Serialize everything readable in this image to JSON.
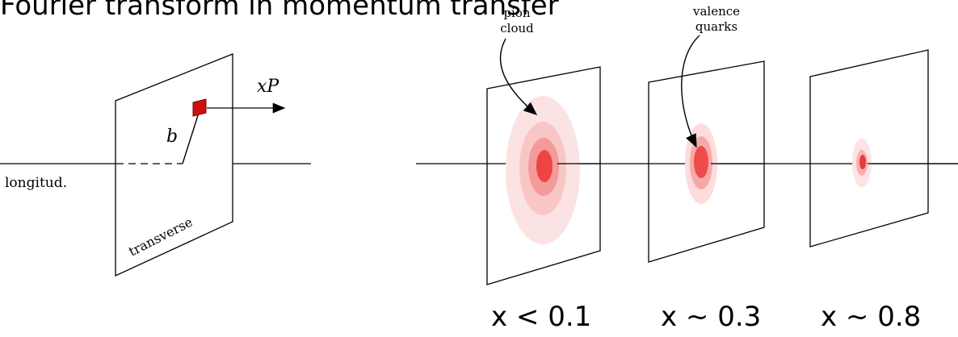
{
  "heading": "Fourier transform in momentum transfer",
  "left_diagram": {
    "momentum_label": "xP",
    "impact_label": "b",
    "longitudinal_label": "longitud.",
    "transverse_label": "transverse"
  },
  "right_diagram": {
    "annotations": {
      "pion_cloud": [
        "pion",
        "cloud"
      ],
      "valence_quarks": [
        "valence",
        "quarks"
      ]
    },
    "planes": [
      {
        "x_label": "x < 0.1"
      },
      {
        "x_label": "x ~ 0.3"
      },
      {
        "x_label": "x ~ 0.8"
      }
    ]
  },
  "colors": {
    "quark_square": "#cc1111",
    "density_core": "#f02a2a",
    "density_mid": "#f48888",
    "density_outer": "#fbd0d0",
    "density_halo": "#fde8e8",
    "line": "#000000"
  }
}
